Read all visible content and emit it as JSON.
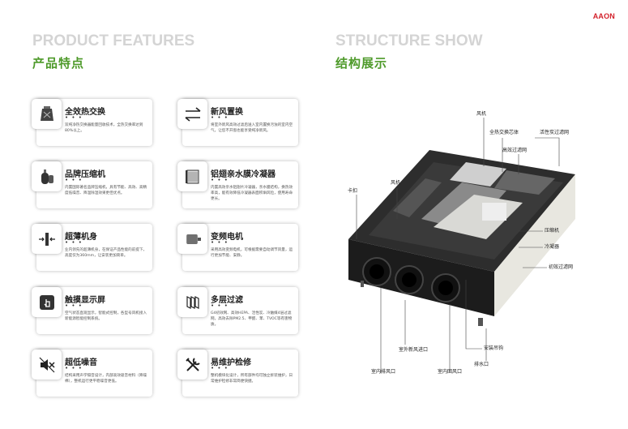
{
  "brand": "AAON",
  "features": {
    "title_en": "PRODUCT FEATURES",
    "title_zh": "产品特点",
    "items": [
      {
        "name": "全效热交换",
        "desc": "双纯净热交换器能量回收技术，全热交换率达到80%以上。",
        "icon": "heat-exchange-icon"
      },
      {
        "name": "新风置换",
        "desc": "将室外新风高效过滤后送入室内置换污浊的室内空气，让您不开窗也能享受纯净新风。",
        "icon": "exchange-arrows-icon"
      },
      {
        "name": "品牌压缩机",
        "desc": "内置国际著名品牌压缩机，具有节能、高效、高精度低噪音、降温除湿效果更佳优点。",
        "icon": "compressor-icon"
      },
      {
        "name": "铝翅亲水膜冷凝器",
        "desc": "内置高效亲水铝翅片冷凝器，亲水膜结构，换热效率高，能有效降低冷凝器表面积垢风险，使用寿命更长。",
        "icon": "condenser-icon"
      },
      {
        "name": "超薄机身",
        "desc": "业内领先的超薄机身，在保证产品性能的前提下，高度仅为360mm，让安装更加简单。",
        "icon": "slim-body-icon"
      },
      {
        "name": "变频电机",
        "desc": "采用高效变频电机，可根据需要自动调节风量，运行更加节能、安静。",
        "icon": "motor-icon"
      },
      {
        "name": "触摸显示屏",
        "desc": "空气状态直观显示，智能式控制，各型号风机接入新能源智能控制系统。",
        "icon": "touch-icon"
      },
      {
        "name": "多层过滤",
        "desc": "G4初效网、高效HEPA、活性炭、冷触媒4层过滤网，高效去除PM2.5、甲醛、苯、TVOC等有害物质。",
        "icon": "filter-icon"
      },
      {
        "name": "超低噪音",
        "desc": "结构采用声学隔音设计，内部高效吸音材料（降噪棉），整机运行更平稳噪音更低。",
        "icon": "mute-icon"
      },
      {
        "name": "易维护检修",
        "desc": "整机模块化设计，所有部件均可独立拆装维护，日常维护检修非常简便快捷。",
        "icon": "tools-icon"
      }
    ]
  },
  "structure": {
    "title_en": "STRUCTURE SHOW",
    "title_zh": "结构展示",
    "labels": [
      "风机",
      "全热交换芯体",
      "活性炭过滤网",
      "高效过滤网",
      "风机",
      "卡扣",
      "压缩机",
      "冷凝器",
      "初效过滤网",
      "室外新风进口",
      "安装吊钩",
      "排水口",
      "室内排风口",
      "室内回风口"
    ]
  },
  "colors": {
    "brand_red": "#d3202a",
    "accent_green": "#4e9a2a",
    "title_gray": "#d4d4d4"
  }
}
